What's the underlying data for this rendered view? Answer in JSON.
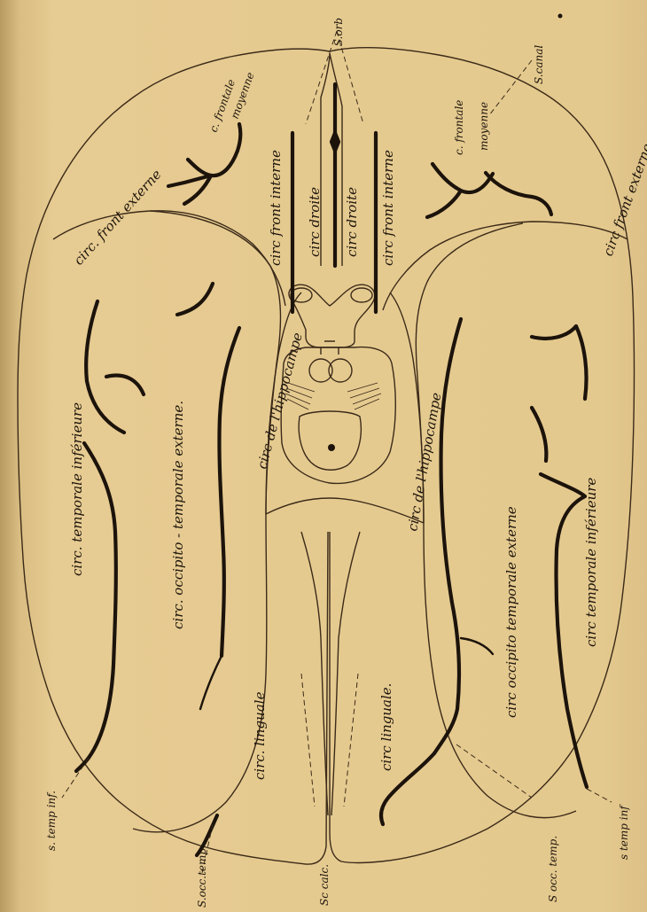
{
  "labels": {
    "s_orb": "S.orb",
    "s_canal": "S.canal",
    "c_frontale_moyenne_left": "c. frontale",
    "moyenne_left": "moyenne",
    "c_frontale_moyenne_right": "c. frontale",
    "moyenne_right": "moyenne",
    "circ_front_externe_left": "circ. front externe",
    "circ_front_externe_right": "circ front externe",
    "circ_front_interne_left": "circ front interne",
    "circ_front_interne_right": "circ front interne",
    "circ_droite_left": "circ droite",
    "circ_droite_right": "circ droite",
    "circ_temp_inf_left": "circ. temporale inférieure",
    "circ_temp_inf_right": "circ temporale inférieure",
    "circ_occ_temp_ext_left": "circ. occipito - temporale externe.",
    "circ_occ_temp_ext_right": "circ occipito temporale externe",
    "circ_hippocampe_left": "circ de l'hippocampe",
    "circ_hippocampe_right": "circ de l'hippocampe",
    "circ_linguale_left": "circ. linguale",
    "circ_linguale_right": "circ linguale.",
    "s_temp_inf_left": "s. temp inf.",
    "s_temp_inf_right": "s temp inf",
    "s_occ_temp_left": "S.occ.temp",
    "s_occ_temp_right": "S occ. temp.",
    "sc_calc": "Sc calc."
  },
  "colors": {
    "paper": "#e3c88b",
    "ink": "#1c130b"
  }
}
